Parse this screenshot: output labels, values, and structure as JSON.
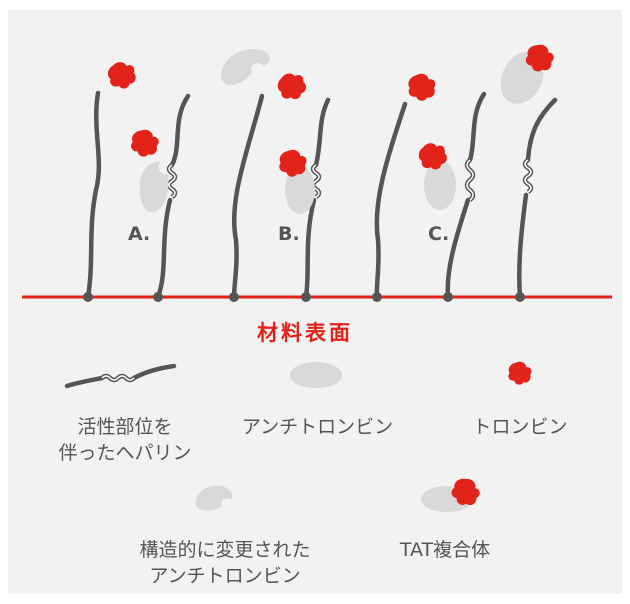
{
  "diagram": {
    "colors": {
      "background": "#f2f2f2",
      "strand": "#555555",
      "surface_line": "#e2231a",
      "thrombin": "#e2231a",
      "antithrombin": "#d9d9d9",
      "text": "#555555"
    },
    "surface_label": "材料表面",
    "group_labels": [
      "A.",
      "B.",
      "C."
    ],
    "legend": [
      {
        "name": "heparin",
        "icon": "heparin-strand-icon",
        "lines": [
          "活性部位を",
          "伴ったヘパリン"
        ]
      },
      {
        "name": "antithrombin",
        "icon": "antithrombin-icon",
        "lines": [
          "アンチトロンビン"
        ]
      },
      {
        "name": "thrombin",
        "icon": "thrombin-icon",
        "lines": [
          "トロンビン"
        ]
      },
      {
        "name": "altered-antithrombin",
        "icon": "cleaved-antithrombin-icon",
        "lines": [
          "構造的に変更された",
          "アンチトロンビン"
        ]
      },
      {
        "name": "tat-complex",
        "icon": "tat-complex-icon",
        "lines": [
          "TAT複合体"
        ]
      }
    ]
  }
}
